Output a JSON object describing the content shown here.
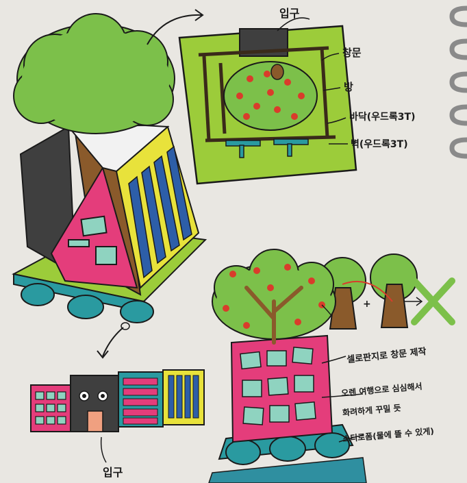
{
  "labels": {
    "entrance_top": "입구",
    "window": "창문",
    "room": "방",
    "floor": "바닥(우드록3T)",
    "wall": "벽(우드록3T)",
    "cellophane": "셀로판지로 창문 제작",
    "bead1": "오렌 여행으로 심심해서",
    "bead2": "화려하게 꾸밀 듯",
    "styrofoam": "스티로폼(물에 뜰 수 있게)",
    "entrance_bottom": "입구",
    "plus": "+"
  },
  "colors": {
    "paper": "#e9e7e2",
    "grass": "#9ccc3a",
    "tree": "#7cc04a",
    "trunk": "#8a5a2b",
    "dark_wall": "#3f3f3f",
    "pink": "#e43d7b",
    "yellow": "#e8e23b",
    "teal": "#2a9aa0",
    "water": "#2f8fa0",
    "apple": "#d93c2b"
  }
}
